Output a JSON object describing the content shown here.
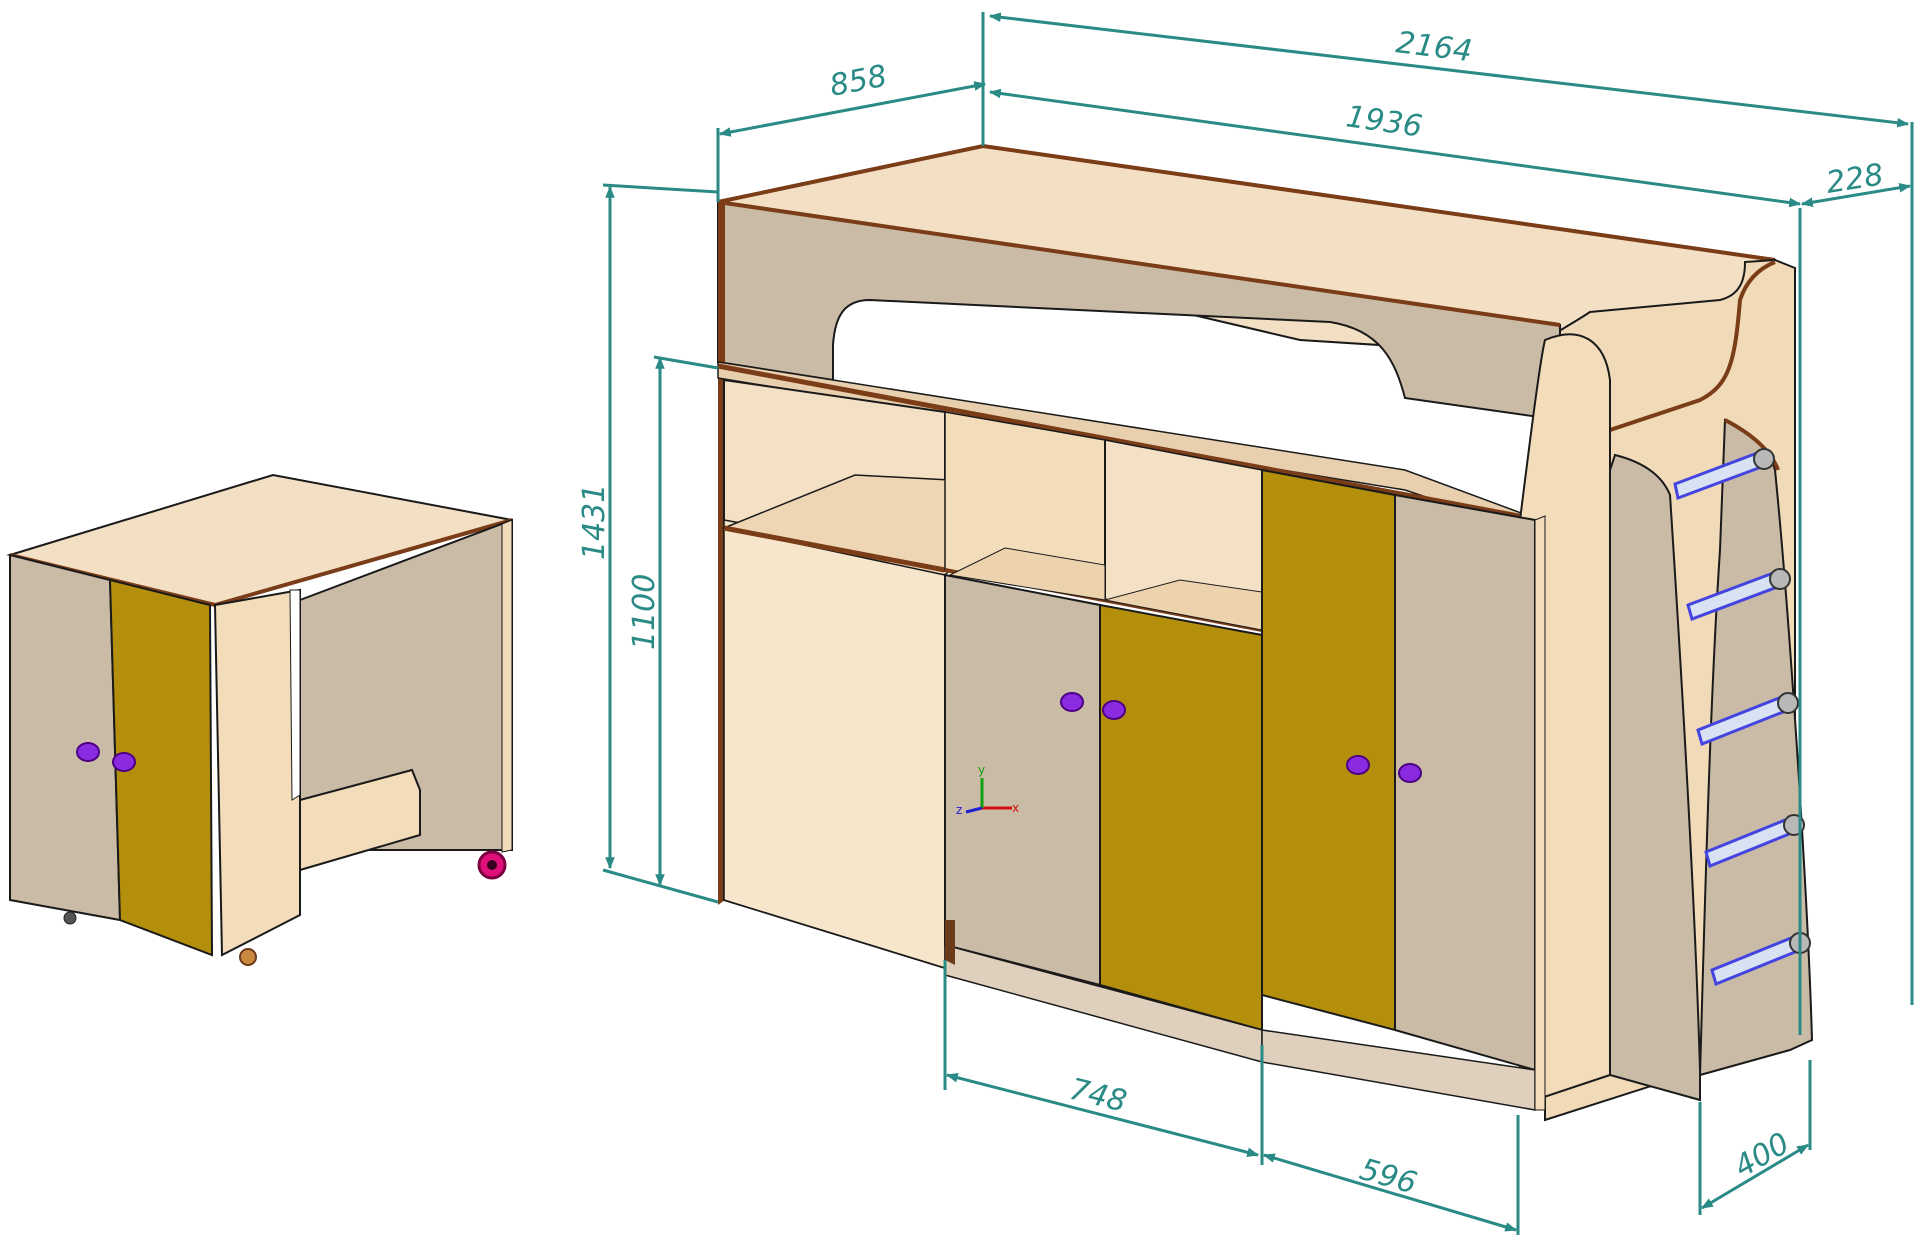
{
  "dimensions": {
    "total_length": "2164",
    "bed_length": "1936",
    "depth": "858",
    "ladder_offset": "228",
    "total_height": "1431",
    "desk_height": "1100",
    "cabinet_width": "748",
    "wardrobe_width": "596",
    "ladder_depth": "400"
  },
  "colors": {
    "dimension_line": "#2a8a86",
    "panel_light": "#f3dfc3",
    "panel_side": "#eed6b4",
    "panel_grey": "#cabba7",
    "door_mustard": "#b48f0c",
    "edge_brown": "#7b3c18",
    "outline": "#1a1a1a",
    "handle_purple": "#8a2be2",
    "ladder_bar": "#d8e2f2",
    "ladder_bar_edge": "#4444e0"
  },
  "icons": {
    "handle": "knob-icon",
    "wheel": "castor-wheel-icon",
    "axis_triad": "xyz-axis-icon"
  },
  "axis_letters": {
    "x": "x",
    "y": "y",
    "z": "z"
  }
}
